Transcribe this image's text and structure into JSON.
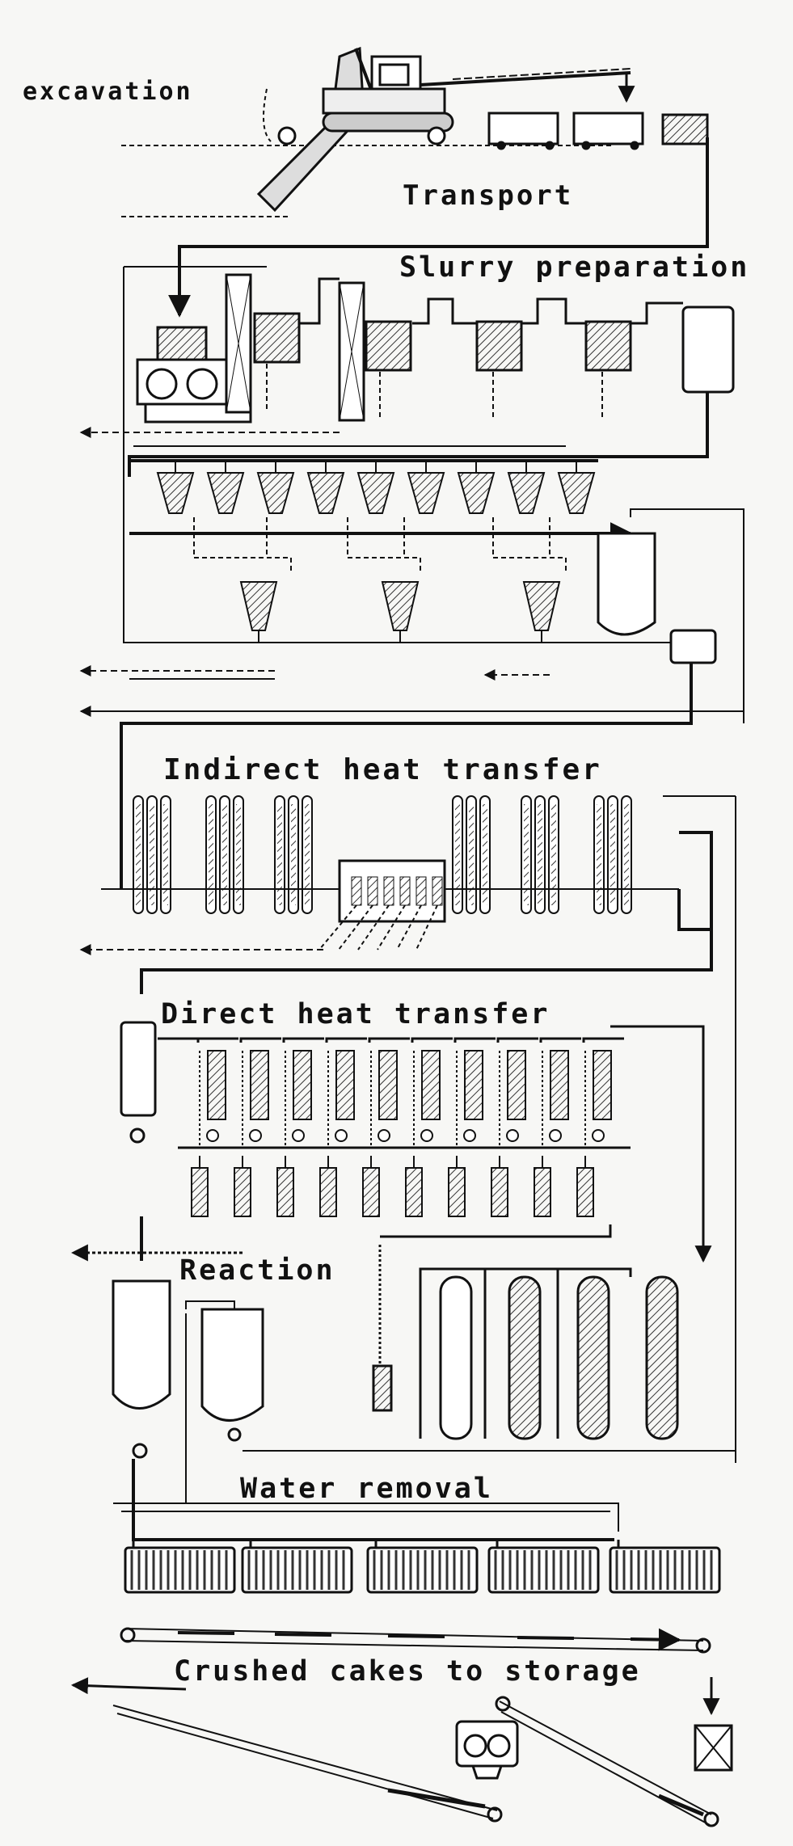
{
  "labels": {
    "excavation": "excavation",
    "transport": "Transport",
    "slurry": "Slurry preparation",
    "indirect": "Indirect heat transfer",
    "direct": "Direct heat transfer",
    "reaction": "Reaction",
    "water": "Water removal",
    "crushed": "Crushed cakes to storage"
  },
  "colors": {
    "ink": "#111111",
    "paper": "#f7f7f5",
    "hatch": "#333333"
  },
  "equipment": {
    "slurry_tanks": 4,
    "hydrocyclones_upper": 9,
    "hydrocyclones_lower": 3,
    "indirect_heater_banks": 6,
    "direct_heat_upper_columns": 10,
    "direct_heat_lower_units": 10,
    "reactors": 4,
    "filters": 5
  }
}
